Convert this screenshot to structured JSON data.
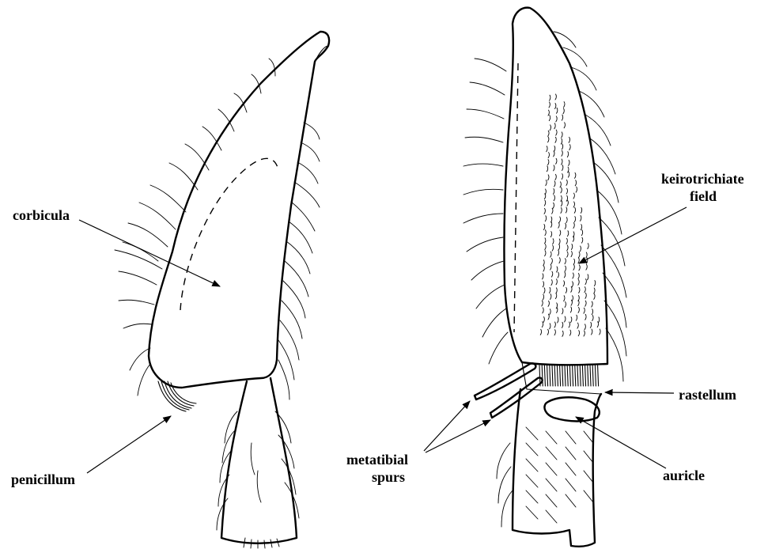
{
  "labels": {
    "corbicula": "corbicula",
    "penicillum": "penicillum",
    "keirotrichiate_line1": "keirotrichiate",
    "keirotrichiate_line2": "field",
    "rastellum": "rastellum",
    "metatibial_line1": "metatibial",
    "metatibial_line2": "spurs",
    "auricle": "auricle"
  }
}
